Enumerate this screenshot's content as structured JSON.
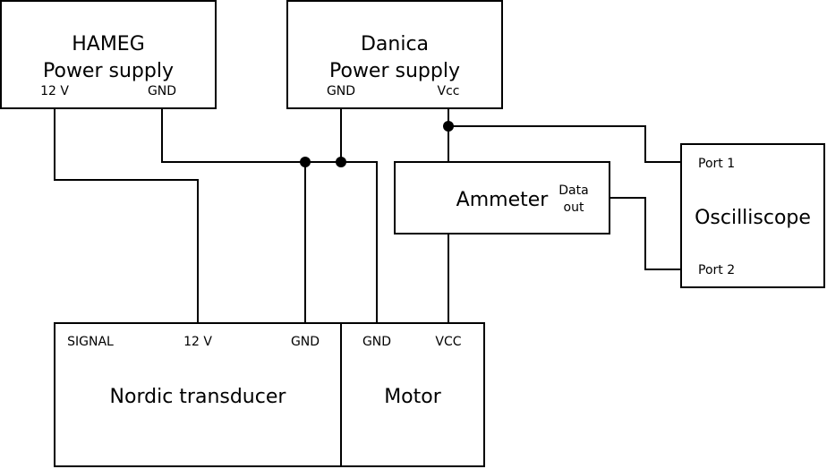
{
  "hameg": {
    "line1": "HAMEG",
    "line2": "Power supply",
    "pin_12v": "12 V",
    "pin_gnd": "GND"
  },
  "danica": {
    "line1": "Danica",
    "line2": "Power supply",
    "pin_gnd": "GND",
    "pin_vcc": "Vcc"
  },
  "ammeter": {
    "label": "Ammeter",
    "data_line1": "Data",
    "data_line2": "out"
  },
  "oscilloscope": {
    "label": "Oscilliscope",
    "port1": "Port 1",
    "port2": "Port 2"
  },
  "transducer": {
    "label": "Nordic transducer",
    "pin_signal": "SIGNAL",
    "pin_12v": "12 V",
    "pin_gnd": "GND"
  },
  "motor": {
    "label": "Motor",
    "pin_gnd": "GND",
    "pin_vcc": "VCC"
  }
}
